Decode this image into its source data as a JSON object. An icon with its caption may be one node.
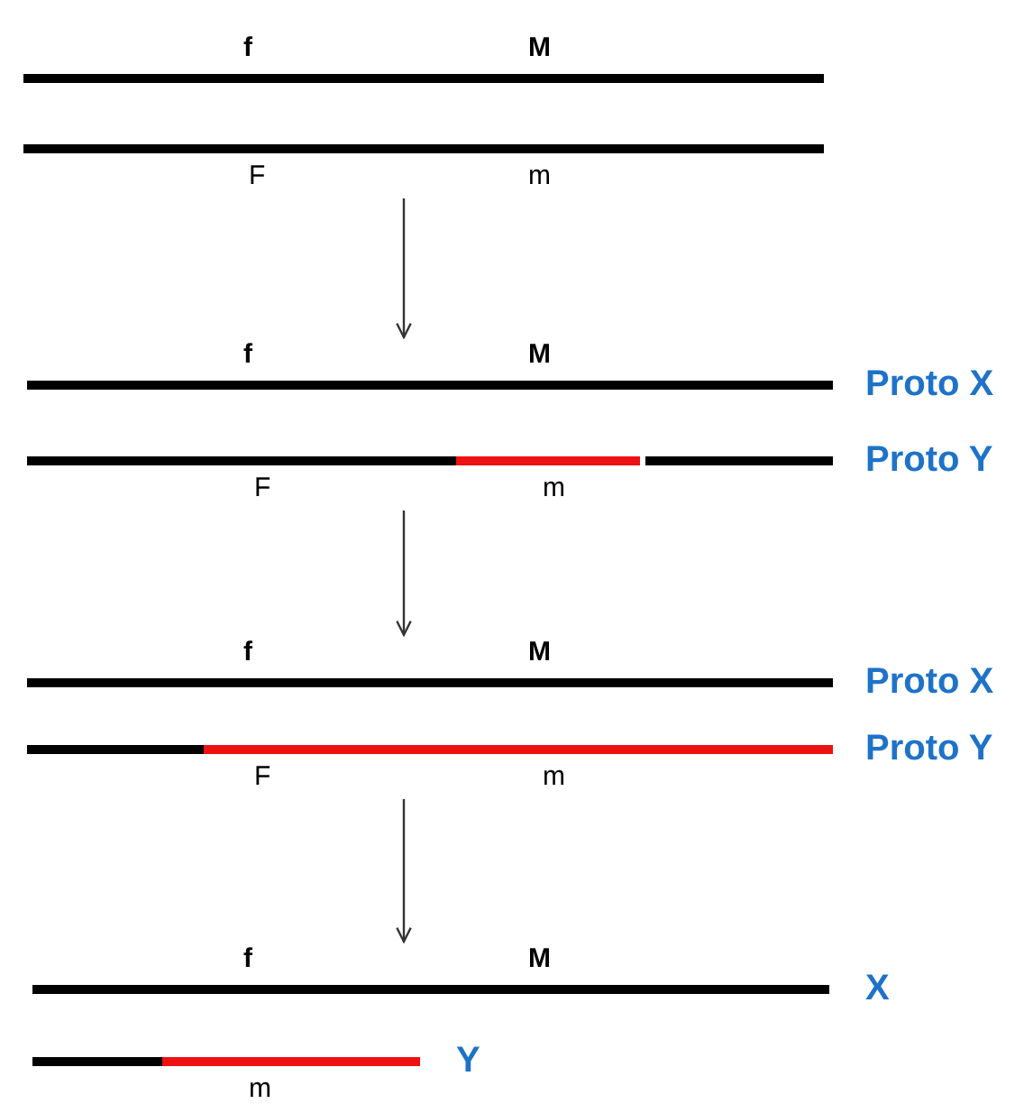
{
  "diagram": {
    "nodes": [
      {
        "text": [
          "f",
          "M"
        ]
      },
      {
        "text": [
          "F",
          "m"
        ]
      },
      {
        "text": [
          "f",
          "M"
        ],
        "beside": [
          "Proto X"
        ]
      },
      {
        "text": [
          "F",
          "m"
        ],
        "beside": [
          "Proto Y"
        ]
      },
      {
        "text": [
          "f",
          "M"
        ],
        "beside": [
          "Proto X"
        ]
      },
      {
        "text": [
          "F",
          "m"
        ],
        "beside": [
          "Proto Y"
        ]
      },
      {
        "text": [
          "f",
          "M"
        ],
        "beside": [
          "X"
        ]
      },
      {
        "text": [
          "m"
        ],
        "beside": [
          "Y"
        ]
      }
    ],
    "edges": [
      {
        "from": 1,
        "to": 2,
        "arrow": "to"
      },
      {
        "from": 3,
        "to": 4,
        "arrow": "to"
      },
      {
        "from": 5,
        "to": 6,
        "arrow": "to"
      }
    ]
  }
}
